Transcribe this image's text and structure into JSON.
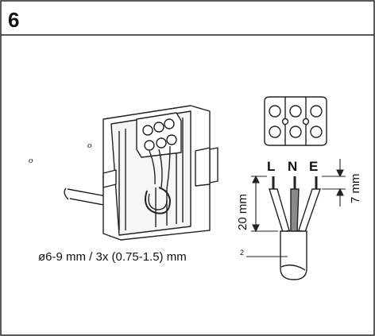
{
  "figure": {
    "step_number": "6",
    "terminal_labels": [
      "L",
      "N",
      "E"
    ],
    "strip_length": "7 mm",
    "sheath_strip_length": "20 mm",
    "cable_spec": "ø6-9 mm / 3x (0.75-1.5) mm",
    "cable_spec_superscript": "2",
    "small_marks": [
      "o",
      "o"
    ]
  }
}
